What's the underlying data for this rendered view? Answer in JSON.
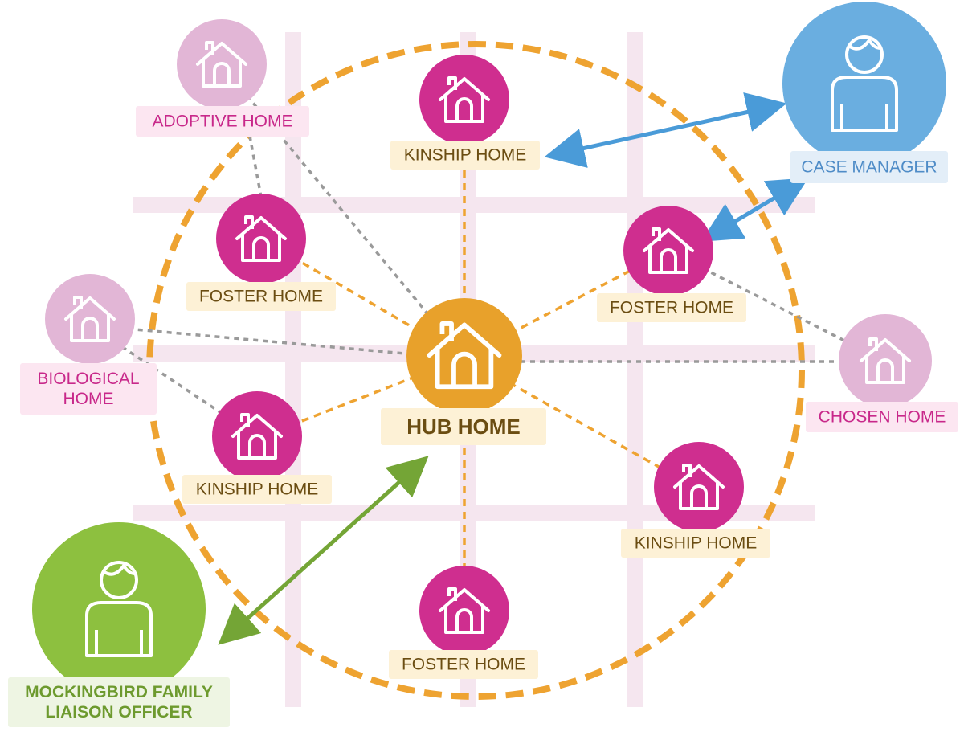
{
  "colors": {
    "hub": "#e8a12b",
    "home_magenta": "#cf2e8f",
    "home_faded": "#e2b6d6",
    "case_manager": "#6aaee0",
    "liaison": "#8dc03f",
    "dashed_ring": "#eea331",
    "gray_link": "#9a9a9a",
    "label_cream": "#fdf1d6",
    "label_pink": "#fce6f1",
    "label_blue": "#e3eef8",
    "label_green": "#eef5e3",
    "text_brown": "#6b4d12",
    "text_magenta": "#c8288a",
    "text_blue": "#4f8cc7",
    "text_green": "#6d9a2e",
    "grid": "#f3e3ee"
  },
  "icons": {
    "home": "house-icon",
    "person": "person-icon"
  },
  "hub": {
    "label": "HUB HOME"
  },
  "homes": [
    {
      "id": "kinship-top",
      "label": "KINSHIP HOME"
    },
    {
      "id": "foster-upper-left",
      "label": "FOSTER HOME"
    },
    {
      "id": "foster-upper-right",
      "label": "FOSTER HOME"
    },
    {
      "id": "kinship-lower-left",
      "label": "KINSHIP HOME"
    },
    {
      "id": "kinship-lower-right",
      "label": "KINSHIP HOME"
    },
    {
      "id": "foster-bottom",
      "label": "FOSTER HOME"
    }
  ],
  "outer_homes": [
    {
      "id": "adoptive",
      "label": "ADOPTIVE HOME"
    },
    {
      "id": "biological",
      "label": [
        "BIOLOGICAL",
        "HOME"
      ]
    },
    {
      "id": "chosen",
      "label": "CHOSEN HOME"
    }
  ],
  "people": [
    {
      "id": "case-manager",
      "label": "CASE MANAGER"
    },
    {
      "id": "liaison",
      "label": [
        "MOCKINGBIRD FAMILY",
        "LIAISON OFFICER"
      ]
    }
  ]
}
